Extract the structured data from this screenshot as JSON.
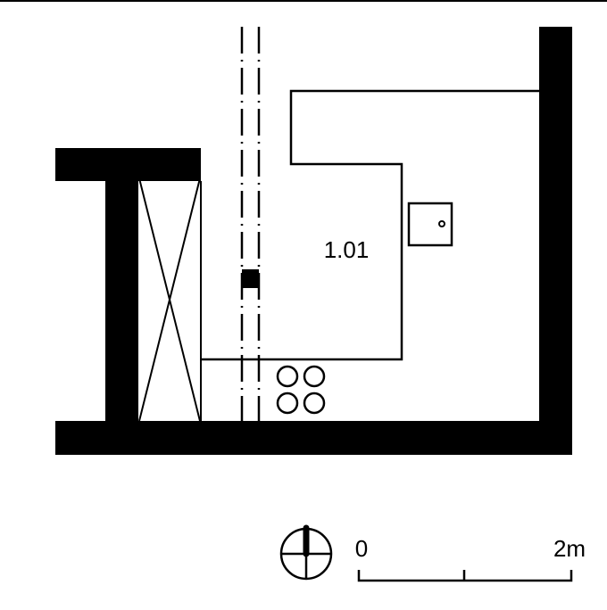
{
  "plan": {
    "room_number": "1.01",
    "colors": {
      "wall": "#000000",
      "line": "#000000",
      "background": "#ffffff"
    }
  },
  "scale_bar": {
    "start_label": "0",
    "end_label": "2m"
  },
  "north_arrow": {
    "icon": "north-arrow-icon"
  }
}
